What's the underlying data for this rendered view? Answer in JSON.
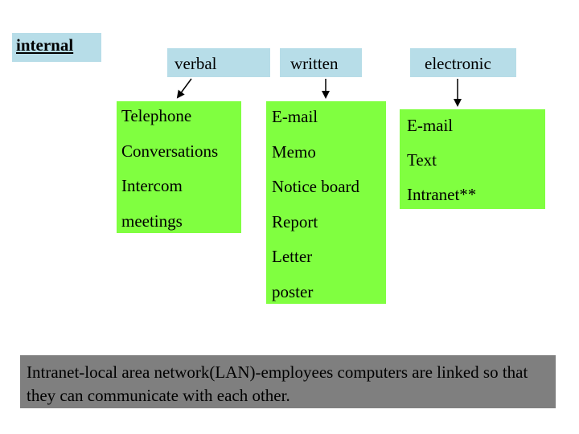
{
  "internal_label": "internal",
  "headers": {
    "verbal": "verbal",
    "written": "written",
    "electronic": "electronic"
  },
  "verbal_items": [
    "Telephone",
    "Conversations",
    "Intercom",
    "meetings"
  ],
  "written_items": [
    "E-mail",
    "Memo",
    "Notice board",
    "Report",
    "Letter",
    "poster"
  ],
  "electronic_items": [
    "E-mail",
    "Text",
    "Intranet**"
  ],
  "note": "Intranet-local area network(LAN)-employees computers are linked so that they can communicate with each other.",
  "colors": {
    "header_fill": "#b7dde8",
    "list_fill": "#80ff40",
    "note_fill": "#7f7f7f"
  }
}
